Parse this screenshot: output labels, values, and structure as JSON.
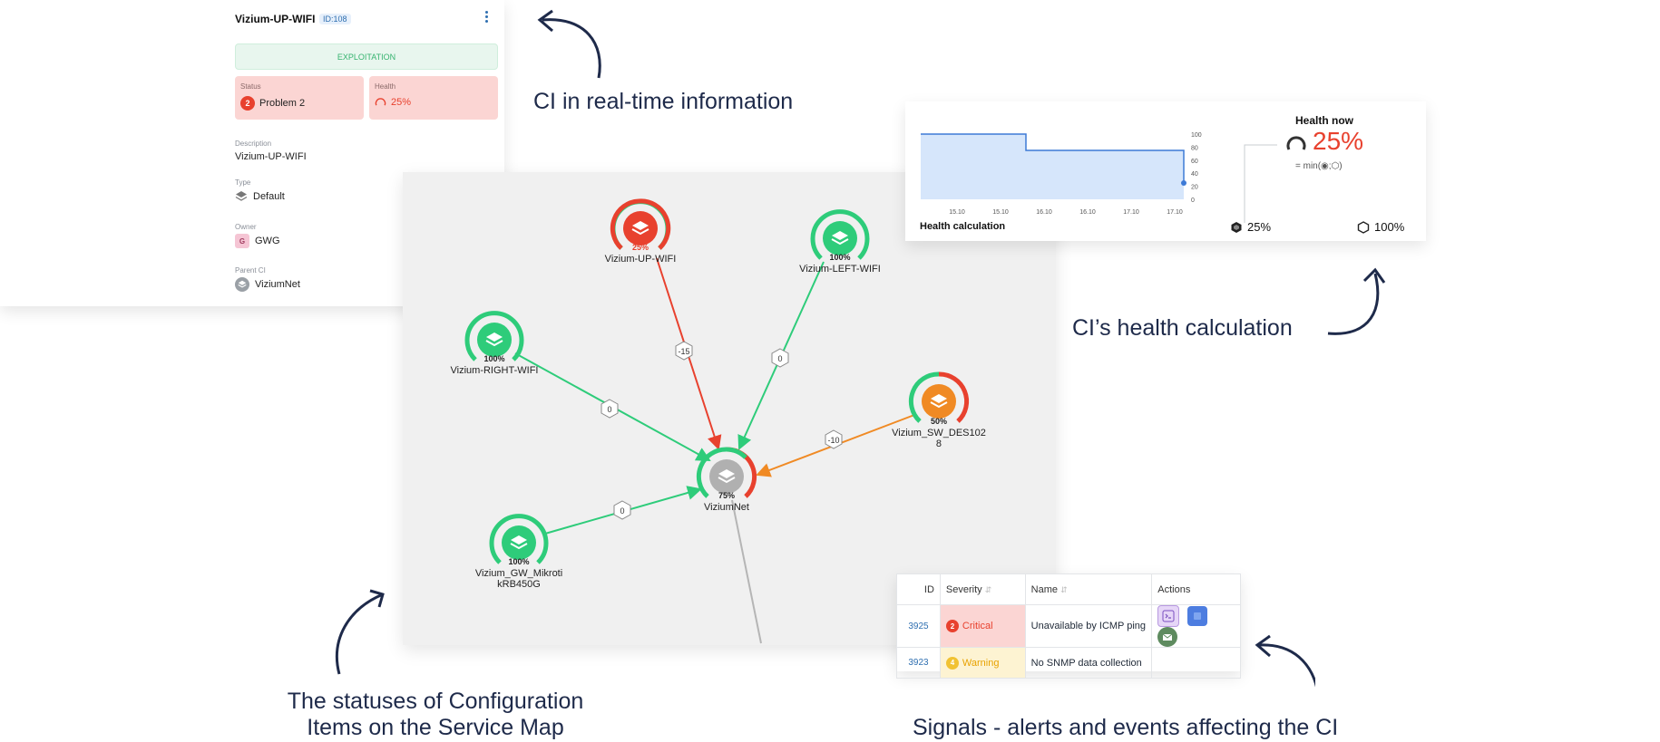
{
  "ci_card": {
    "title": "Vizium-UP-WIFI",
    "id_badge": "ID:108",
    "lifecycle": "EXPLOITATION",
    "status_label": "Status",
    "status_count": "2",
    "status_value": "Problem 2",
    "health_label": "Health",
    "health_value": "25%",
    "description_label": "Description",
    "description_value": "Vizium-UP-WIFI",
    "type_label": "Type",
    "type_value": "Default",
    "owner_label": "Owner",
    "owner_initial": "G",
    "owner_value": "GWG",
    "parent_label": "Parent CI",
    "parent_value": "ViziumNet"
  },
  "service_map": {
    "nodes": [
      {
        "name": "Vizium-UP-WIFI",
        "health": "25%",
        "color": "#e8412e"
      },
      {
        "name": "Vizium-LEFT-WIFI",
        "health": "100%",
        "color": "#2ecc7a"
      },
      {
        "name": "Vizium-RIGHT-WIFI",
        "health": "100%",
        "color": "#2ecc7a"
      },
      {
        "name": "Vizium_SW_DES102\n8",
        "health": "50%",
        "color": "#f08a24"
      },
      {
        "name": "ViziumNet",
        "health": "75%",
        "color": "#b0b0b0"
      },
      {
        "name": "Vizium_GW_Mikroti\nkRB450G",
        "health": "100%",
        "color": "#2ecc7a"
      }
    ],
    "edges": [
      {
        "from": "Vizium-UP-WIFI",
        "to": "ViziumNet",
        "weight": "-15",
        "color": "#e8412e"
      },
      {
        "from": "Vizium-LEFT-WIFI",
        "to": "ViziumNet",
        "weight": "0",
        "color": "#2ecc7a"
      },
      {
        "from": "Vizium-RIGHT-WIFI",
        "to": "ViziumNet",
        "weight": "0",
        "color": "#2ecc7a"
      },
      {
        "from": "Vizium_SW_DES102\n8",
        "to": "ViziumNet",
        "weight": "-10",
        "color": "#f08a24"
      },
      {
        "from": "Vizium_GW_Mikroti\nkRB450G",
        "to": "ViziumNet",
        "weight": "0",
        "color": "#2ecc7a"
      }
    ]
  },
  "health_panel": {
    "chart_x_ticks": [
      "15.10",
      "15.10",
      "16.10",
      "16.10",
      "17.10",
      "17.10"
    ],
    "chart_y_ticks": [
      "100",
      "80",
      "60",
      "40",
      "20",
      "0"
    ],
    "chart_series": [
      100,
      100,
      75,
      75,
      75,
      25
    ],
    "calc_label": "Health calculation",
    "min_value": "25%",
    "max_value": "100%",
    "now_title": "Health now",
    "now_value": "25%",
    "formula": "= min(◉;⬡)"
  },
  "signals": {
    "headers": [
      "ID",
      "Severity",
      "Name",
      "Actions"
    ],
    "rows": [
      {
        "id": "3925",
        "severity_num": "2",
        "severity": "Critical",
        "name": "Unavailable by ICMP ping"
      },
      {
        "id": "3923",
        "severity_num": "4",
        "severity": "Warning",
        "name": "No SNMP data collection"
      }
    ]
  },
  "captions": {
    "realtime": "CI in real-time information",
    "health": "CI’s health calculation",
    "statuses_line1": "The statuses of Configuration",
    "statuses_line2": "Items on the Service Map",
    "signals": "Signals - alerts and events affecting the CI"
  },
  "colors": {
    "critical": "#e8412e",
    "ok": "#2ecc7a",
    "warning": "#f08a24",
    "neutral": "#b0b0b0",
    "accent": "#2f6fb0",
    "caption": "#1e2a4a"
  }
}
